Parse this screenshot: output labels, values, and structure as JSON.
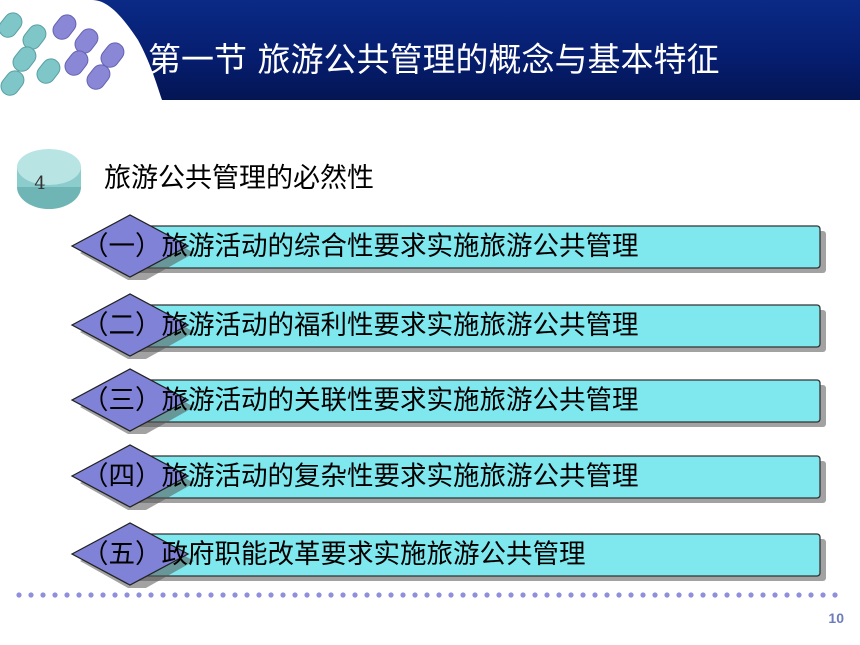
{
  "slide": {
    "title": "第一节 旅游公共管理的概念与基本特征",
    "badge_number": "4",
    "subheading": "旅游公共管理的必然性",
    "items": [
      {
        "label": "（一）旅游活动的综合性要求实施旅游公共管理"
      },
      {
        "label": "（二）旅游活动的福利性要求实施旅游公共管理"
      },
      {
        "label": "（三）旅游活动的关联性要求实施旅游公共管理"
      },
      {
        "label": "（四）旅游活动的复杂性要求实施旅游公共管理"
      },
      {
        "label": "（五）政府职能改革要求实施旅游公共管理"
      }
    ],
    "page_number": "10"
  },
  "colors": {
    "header_blue": "#0a2a86",
    "bar_fill": "#7fe7ee",
    "diamond_fill": "#7f82d6",
    "pill_teal": "#7fc6c8",
    "pill_purple": "#8a87d6",
    "dots": "#8f8fde",
    "page_number": "#6c7cbd"
  }
}
